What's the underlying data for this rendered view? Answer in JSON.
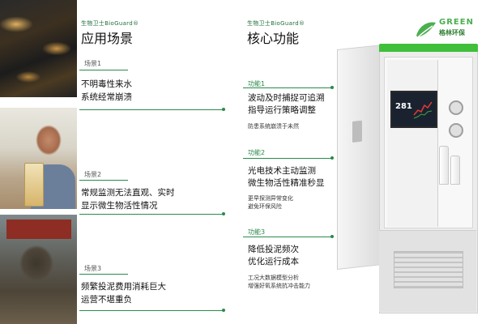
{
  "left_column": {
    "brand": "生物卫士BioGuard®",
    "heading": "应用场景",
    "scenes": [
      {
        "tag": "场景1",
        "lines": [
          "不明毒性来水",
          "系统经常崩溃"
        ]
      },
      {
        "tag": "场景2",
        "lines": [
          "常规监测无法直观、实时",
          "显示微生物活性情况"
        ]
      },
      {
        "tag": "场景3",
        "lines": [
          "频繁投泥费用消耗巨大",
          "运营不堪重负"
        ]
      }
    ]
  },
  "right_column": {
    "brand": "生物卫士BioGuard®",
    "heading": "核心功能",
    "functions": [
      {
        "tag": "功能1",
        "lines": [
          "波动及时捕捉可追溯",
          "指导运行策略调整"
        ],
        "notes": [
          "防患系统崩溃于未然"
        ]
      },
      {
        "tag": "功能2",
        "lines": [
          "光电技术主动监测",
          "微生物活性精准秒显"
        ],
        "notes": [
          "更早探测异常变化",
          "避免环保风险"
        ]
      },
      {
        "tag": "功能3",
        "lines": [
          "降低投泥频次",
          "优化运行成本"
        ],
        "notes": [
          "工况大数据模型分析",
          "增强好氧系统抗冲击能力"
        ]
      }
    ]
  },
  "logo": {
    "en": "GREEN",
    "cn": "格林环保",
    "color": "#4caf50"
  },
  "device": {
    "screen_value": "281",
    "accent_color": "#3fbf3a"
  }
}
